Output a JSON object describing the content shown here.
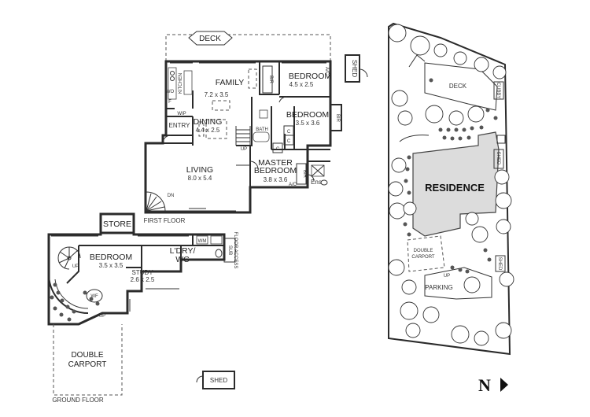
{
  "first_floor": {
    "caption": "FIRST FLOOR",
    "deck": "DECK",
    "shed": "SHED",
    "family": {
      "name": "FAMILY",
      "size": "7.2 x 3.5"
    },
    "bedroom_ne": {
      "name": "BEDROOM",
      "size": "4.5 x 2.5"
    },
    "bedroom_e": {
      "name": "BEDROOM",
      "size": "3.5 x 3.6"
    },
    "dining": {
      "name": "DINING",
      "size": "4.4 x 2.5"
    },
    "living": {
      "name": "LIVING",
      "size": "8.0 x 5.4"
    },
    "master": {
      "name": "MASTER",
      "name2": "BEDROOM",
      "size": "3.8 x 3.6"
    },
    "kitchen": "KITCHEN",
    "entry": "ENTRY",
    "wip": "WIP",
    "bath": "BATH",
    "ens": "Ens",
    "bir": "BIR",
    "c": "C",
    "wo": "WO",
    "f": "F",
    "ac": "A/C",
    "up": "UP",
    "dn": "DN"
  },
  "ground_floor": {
    "caption": "GROUND FLOOR",
    "store": "STORE",
    "bedroom": {
      "name": "BEDROOM",
      "size": "3.5 x 3.5"
    },
    "study": {
      "name": "STUDY",
      "size": "2.6 x 2.5"
    },
    "ldry": "L'DRY/",
    "wc": "WC",
    "wm": "WM",
    "sub": "SUB",
    "floor_access": "FLOOR ACCESS",
    "wf": "WF",
    "up": "UP",
    "carport": {
      "line1": "DOUBLE",
      "line2": "CARPORT"
    },
    "shed": "SHED"
  },
  "site_plan": {
    "deck": "DECK",
    "cubby": "CUBBY",
    "residence": "RESIDENCE",
    "carport": {
      "line1": "DOUBLE",
      "line2": "CARPORT"
    },
    "parking": "PARKING",
    "shed": "SHED",
    "up": "UP",
    "north": "N"
  }
}
